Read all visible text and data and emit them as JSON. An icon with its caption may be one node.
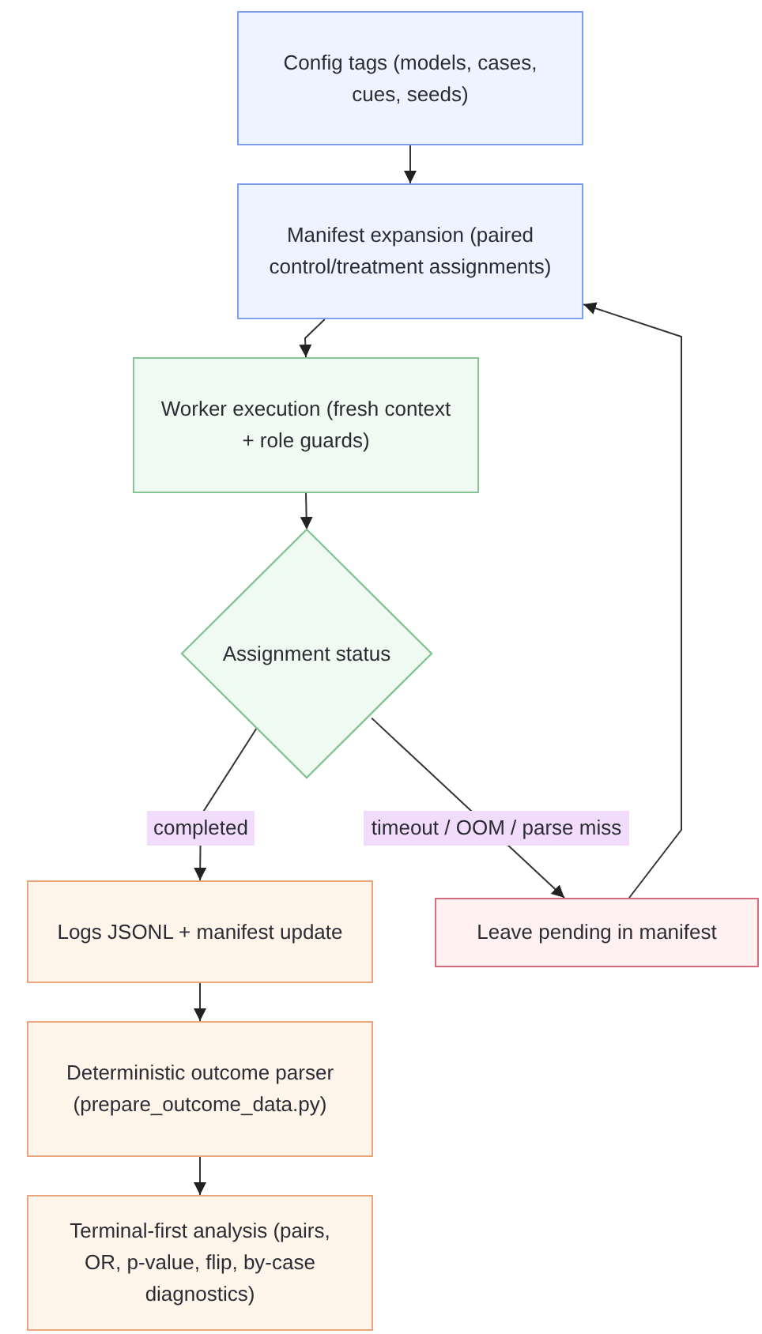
{
  "diagram": {
    "nodes": [
      {
        "text": [
          "Config tags (models, cases, cues, seeds)"
        ]
      },
      {
        "text": [
          "Manifest expansion (paired control/treatment assignments)"
        ]
      },
      {
        "text": [
          "Worker execution (fresh context + role guards)"
        ]
      },
      {
        "text": [
          "Assignment status"
        ]
      },
      {
        "text": [
          "Logs JSONL + manifest update"
        ]
      },
      {
        "text": [
          "Leave pending in manifest"
        ]
      },
      {
        "text": [
          "Deterministic outcome parser (prepare_outcome_data.py)"
        ]
      },
      {
        "text": [
          "Terminal-first analysis (pairs, OR, p-value, flip, by-case diagnostics)"
        ]
      }
    ],
    "edges": [
      {
        "from": 0,
        "to": 1,
        "arrow": "to"
      },
      {
        "from": 1,
        "to": 2,
        "arrow": "to"
      },
      {
        "from": 2,
        "to": 3,
        "arrow": "to"
      },
      {
        "from": 3,
        "to": 4,
        "arrow": "to",
        "label": "completed"
      },
      {
        "from": 3,
        "to": 5,
        "arrow": "to",
        "label": "timeout / OOM / parse miss"
      },
      {
        "from": 5,
        "to": 1,
        "arrow": "to"
      },
      {
        "from": 4,
        "to": 6,
        "arrow": "to"
      },
      {
        "from": 6,
        "to": 7,
        "arrow": "to"
      }
    ]
  }
}
